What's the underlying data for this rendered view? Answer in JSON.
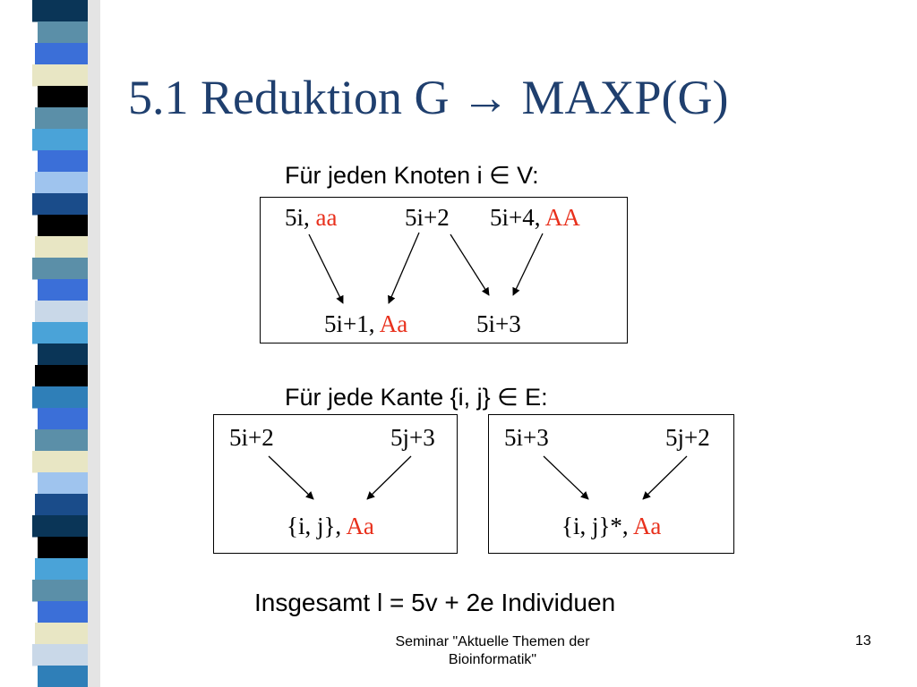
{
  "slide": {
    "title": "5.1 Reduktion G → MAXP(G)",
    "node_heading": "Für jeden Knoten i ∈ V:",
    "edge_heading": "Für jede Kante {i, j} ∈ E:",
    "summary": "Insgesamt l = 5v + 2e Individuen",
    "footer": "Seminar \"Aktuelle Themen der Bioinformatik\"",
    "slide_number": "13"
  },
  "node_gadget": {
    "top_5i": "5i, ",
    "top_5i_genotype": "aa",
    "top_5i2": "5i+2",
    "top_5i4": "5i+4, ",
    "top_5i4_genotype": "AA",
    "bottom_5i1": "5i+1, ",
    "bottom_5i1_genotype": "Aa",
    "bottom_5i3": "5i+3"
  },
  "edge_gadget_left": {
    "top_left": "5i+2",
    "top_right": "5j+3",
    "bottom": "{i, j}, ",
    "bottom_genotype": "Aa"
  },
  "edge_gadget_right": {
    "top_left": "5i+3",
    "top_right": "5j+2",
    "bottom": "{i, j}*, ",
    "bottom_genotype": "Aa"
  },
  "colors": {
    "title": "#1f3f6e",
    "genotype": "#e8301c"
  }
}
